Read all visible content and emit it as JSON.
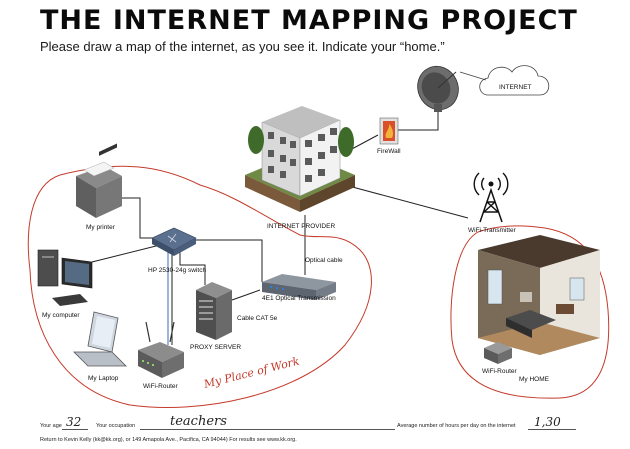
{
  "header": {
    "title": "THE INTERNET MAPPING PROJECT",
    "subtitle": "Please draw a map of the internet, as you see it. Indicate your “home.”"
  },
  "nodes": {
    "internet": "INTERNET",
    "firewall": "FireWall",
    "internet_provider": "INTERNET PROVIDER",
    "wifi_transmitter": "WiFi-Transmitter",
    "printer": "My printer",
    "switch": "HP 2530-24g switch",
    "computer": "My computer",
    "laptop": "My Laptop",
    "wifi_router_left": "WiFi-Router",
    "proxy_server": "PROXY SERVER",
    "optical_transmission": "4E1 Optical Transmission",
    "wifi_router_home": "WiFi-Router",
    "home": "My HOME"
  },
  "connections": {
    "optical_cable": "Optical cable",
    "cable_cat": "Cable CAT 5e"
  },
  "annotations": {
    "my_place": "My Place of Work"
  },
  "footer": {
    "age_label": "Your age",
    "age_value": "32",
    "occupation_label": "Your occupation",
    "occupation_value": "teachers",
    "hours_label": "Average number of hours per day on the internet",
    "hours_value": "1,30",
    "return_text": "Return to Kevin Kelly (kk@kk.org), or 149 Amapola Ave., Pacifica, CA 94044) For results see www.kk.org."
  },
  "colors": {
    "red_ink": "#c53a2a",
    "building_gray": "#9a9a9a",
    "sky_blue": "#bfd6ea"
  }
}
